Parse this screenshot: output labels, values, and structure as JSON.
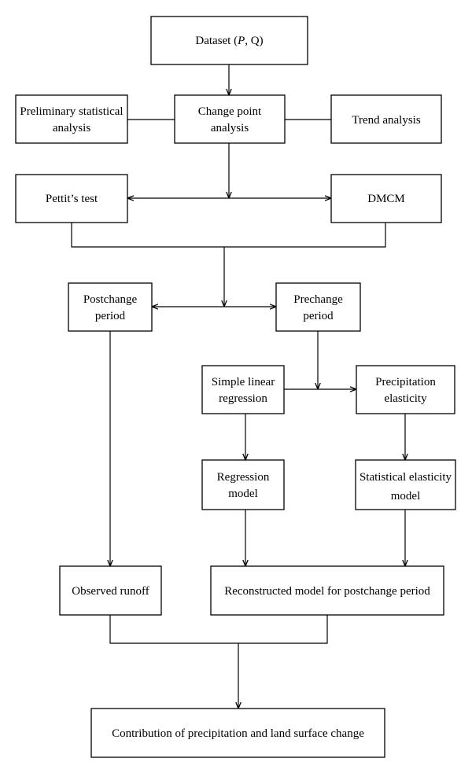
{
  "nodes": {
    "dataset": {
      "prefix": "Dataset (",
      "p": "P",
      "sep": ", ",
      "q": "Q",
      "suffix": ")"
    },
    "preliminary": {
      "line1": "Preliminary statistical",
      "line2": "analysis"
    },
    "change_point": {
      "line1": "Change point",
      "line2": "analysis"
    },
    "trend": {
      "label": "Trend analysis"
    },
    "pettit": {
      "label": "Pettit’s test"
    },
    "dmcm": {
      "label": "DMCM"
    },
    "postchange": {
      "line1": "Postchange",
      "line2": "period"
    },
    "prechange": {
      "line1": "Prechange",
      "line2": "period"
    },
    "simple_linear": {
      "line1": "Simple linear",
      "line2": "regression"
    },
    "precip_elasticity": {
      "line1": "Precipitation",
      "line2": "elasticity"
    },
    "regression_model": {
      "line1": "Regression",
      "line2": "model"
    },
    "statistical_elasticity": {
      "line1": "Statistical elasticity",
      "line2": "model"
    },
    "observed_runoff": {
      "label": "Observed runoff"
    },
    "reconstructed": {
      "label": "Reconstructed model for postchange period"
    },
    "contribution": {
      "label": "Contribution of precipitation and land surface change"
    }
  }
}
